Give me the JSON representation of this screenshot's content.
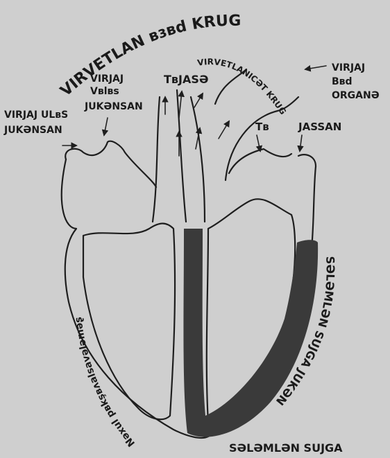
{
  "diagram": {
    "arc_top": "VIRVETLAN ʙɜʙd KRUG",
    "arc_middle": "VIRVETLANICƏT KRUG",
    "label_vein_top_1": "VIRJAJ",
    "label_vein_top_2": "Vʙlʙs",
    "label_vein_top_3": "JUKƏNSAN",
    "label_vein_left_1": "VIRJAJ ULʙS",
    "label_vein_left_2": "JUKƏNSAN",
    "label_center": "TʙJASƏ",
    "label_right_1": "VIRJAJ",
    "label_right_2": "Bʙd",
    "label_right_3": "ORGANƏ",
    "label_tb": "Tʙ",
    "label_jassan": "JASSAN",
    "arc_left_side": "Nəxul pʙkşʙʌalsavələməʂ",
    "arc_right_side": "SƏLƏMLƏN SUJGA JUKƏN",
    "arc_bottom": "SƏLƏMLƏN SUJGA"
  }
}
